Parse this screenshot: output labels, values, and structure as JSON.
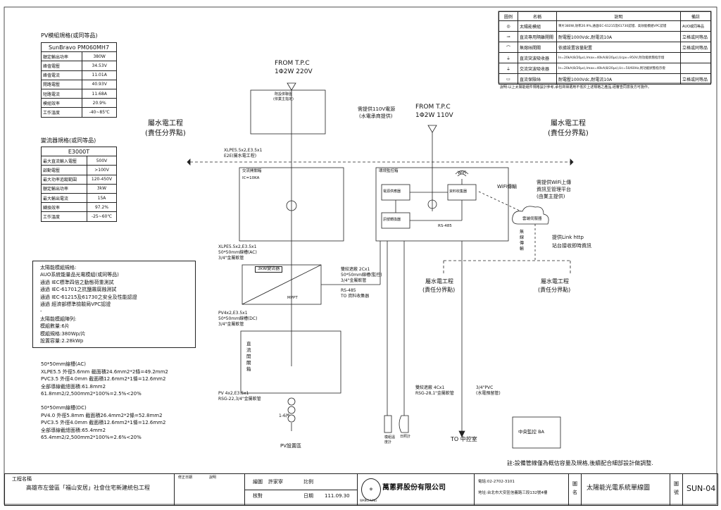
{
  "pv_spec": {
    "title": "PV模組規格(或同等品)",
    "model": "SunBravo PM060MH7",
    "rows": [
      [
        "額定輸出功率",
        "380W"
      ],
      [
        "峰值電壓",
        "34.53V"
      ],
      [
        "峰值電流",
        "11.01A"
      ],
      [
        "開路電壓",
        "40.93V"
      ],
      [
        "短路電流",
        "11.68A"
      ],
      [
        "模組效率",
        "20.9%"
      ],
      [
        "工作溫度",
        "-40~85℃"
      ]
    ]
  },
  "inv_spec": {
    "title": "變流器規格(或同等品)",
    "model": "E3000T",
    "rows": [
      [
        "最大直流輸入電壓",
        "500V"
      ],
      [
        "啟動電壓",
        ">100V"
      ],
      [
        "最大功率追蹤範圍",
        "120-450V"
      ],
      [
        "額定輸出功率",
        "3kW"
      ],
      [
        "最大輸出電流",
        "15A"
      ],
      [
        "轉換效率",
        "97.2%"
      ],
      [
        "工作溫度",
        "-25~60℃"
      ]
    ]
  },
  "module_notes": {
    "lines": [
      "太陽能模組規格:",
      "AUO系統能量品光電模組(或同等品)",
      "通過 IEC標準四倍之動態荷重測試",
      "通過 IEC-61701之抗鹽霧腐蝕測試",
      "通過 IEC-61215及61730之安全及性能認證",
      "通過 經濟部標準檢驗局VPC認證",
      "-",
      "太陽能模組陣列:",
      "模組數量:6片",
      "模組規格:380Wp/片",
      "設置容量:2.28kWp"
    ]
  },
  "conduit_ac": {
    "lines": [
      "50*50mm線槽(AC)",
      "XLPE5.5  外徑5.6mm 截面積24.6mm2*2條=49.2mm2",
      "PVC3.5   外徑4.0mm 截面積12.6mm2*1條=12.6mm2",
      "全部導線截總面積:61.8mm2",
      "61.8mm2/2,500mm2*100%=2.5%<20%"
    ]
  },
  "conduit_dc": {
    "lines": [
      "50*50mm線槽(DC)",
      "PV4.0  外徑5.8mm 截面積26.4mm2*2條=52.8mm2",
      "PVC3.5 外徑4.0mm 截面積12.6mm2*1條=12.6mm2",
      "全部導線截總面積:65.4mm2",
      "65.4mm2/2,500mm2*100%=2.6%<20%"
    ]
  },
  "legend": {
    "headers": [
      "圖例",
      "名稱",
      "說明",
      "備註"
    ],
    "rows": [
      [
        "太陽能模組",
        "單片380W,效率20.9%,通過IEC-61215及61730認證、高效能模組VPC認證",
        "AUO或同等品"
      ],
      [
        "直流專用隔離開關",
        "耐電壓1000Vdc,耐電流10A",
        "立格或同等品"
      ],
      [
        "無熔絲開關",
        "依據設置容量配置",
        "立格或同等品"
      ],
      [
        "直流突波吸收器",
        "In=20kA(8/20μs),Imax=40kA(8/20μs),Ucpv=950V,附功能狀態指示燈",
        ""
      ],
      [
        "交流突波吸收器",
        "In=20kA(8/20μs),Imax=40kA(8/20μs),Uc=50/60Hz,附功能狀態指示燈",
        ""
      ],
      [
        "直流保險絲",
        "耐電壓1000Vdc,耐電流10A",
        "立格或同等品"
      ]
    ],
    "note": "說明:以上太陽能組件規格設計參考,承包商得選用不低於上述規格之產品,經審查同意後方可施作。"
  },
  "diagram": {
    "from_tpc_left": "FROM T.P.C",
    "from_tpc_left_volt": "1Φ2W 220V",
    "from_tpc_right": "FROM T.P.C",
    "from_tpc_right_volt": "1Φ2W 110V",
    "req_110v": "需提供110V電源",
    "req_110v_2": "(水電承商提供)",
    "meter_box": "既設併聯盤",
    "meter_box_2": "(依業主指定)",
    "water_elec_left": "屬水電工程",
    "water_elec_left_2": "(責任分界點)",
    "water_elec_right": "屬水電工程",
    "water_elec_right_2": "(責任分界點)",
    "cable_top": "XLPE5.5x2,E3.5x1",
    "cable_top_2": "E2E(屬水電工程)",
    "ac_panel": "交流開關箱",
    "ac_panel_ic": "IC=10KA",
    "ac_mid": "XLPE5.5x2,E3.5x1",
    "ac_mid_2": "50*50mm線槽(AC)",
    "ac_mid_3": "3/4\"金屬軟管",
    "inverter": "3kW變流器",
    "mppt": "MPPT",
    "comm_cable": "雙絞遮蔽 2Cx1",
    "comm_cable_2": "50*50mm線槽(監控)",
    "comm_cable_3": "3/4\"金屬軟管",
    "rs485": "RS-485",
    "to_data": "TO 資料收集器",
    "dc_cable": "PV4x2,E3.5x1",
    "dc_cable_2": "50*50mm線槽(DC)",
    "dc_cable_3": "3/4\"金屬軟管",
    "dc_box": "直流開關箱",
    "pv_bottom_cable": "PV 4x2,E3.5x1",
    "pv_bottom_cable_2": "RSG-22,3/4\"金屬軟管",
    "string": "1-6片",
    "pv_area": "PV設置區",
    "monitor_box": "環境監控箱",
    "power_supply": "電源供應器",
    "signal_conv": "訊號轉換器",
    "data_logger": "資料收集器",
    "wifi": "WiFi",
    "wifi_trans": "WiFi傳輸",
    "rs485_b": "RS-485",
    "cloud": "雲端伺服器",
    "wifi_req": "需提供WiFi上傳",
    "wifi_req_2": "資訊至管理平台",
    "wifi_req_3": "(由業主提供)",
    "wireless": "無線傳輸",
    "link_http": "提供Link http",
    "link_http_2": "站台接收即時資訊",
    "water_elec_mid1": "屬水電工程",
    "water_elec_mid1_2": "(責任分界點)",
    "water_elec_mid2": "屬水電工程",
    "water_elec_mid2_2": "(責任分界點)",
    "sensor_cable": "雙絞遮蔽 4Cx1",
    "sensor_cable_2": "RSG-28,1\"金屬軟管",
    "pvc": "3/4\"PVC",
    "pvc_2": "(水電預留管)",
    "to_control": "TO 中控室",
    "central": "中央監控 BA",
    "irr_sensor": "模組溫度計",
    "irr_meter": "日照計",
    "footnote": "註:設備管線僅為概估容量及規格,後續配合細部設計做調整."
  },
  "title_block": {
    "project_label": "工程名稱",
    "project": "高雄市左營區「福山安居」社會住宅新建統包工程",
    "drawn": "繪圖",
    "drawer": "許家寧",
    "scale": "比例",
    "check": "核對",
    "date_label": "日期",
    "date": "111.09.30",
    "company": "萬蔥昇股份有限公司",
    "company_en": "WANCHUNG",
    "phone": "電話:02-2702-3101",
    "address": "地址:台北市大安區信義路三段132號4樓",
    "dwg_name_label": "圖名",
    "dwg_name": "太陽能光電系統單線圖",
    "dwg_no_label": "圖號",
    "dwg_no": "SUN-04",
    "rev_labels": [
      "修正日期",
      "說明"
    ]
  }
}
